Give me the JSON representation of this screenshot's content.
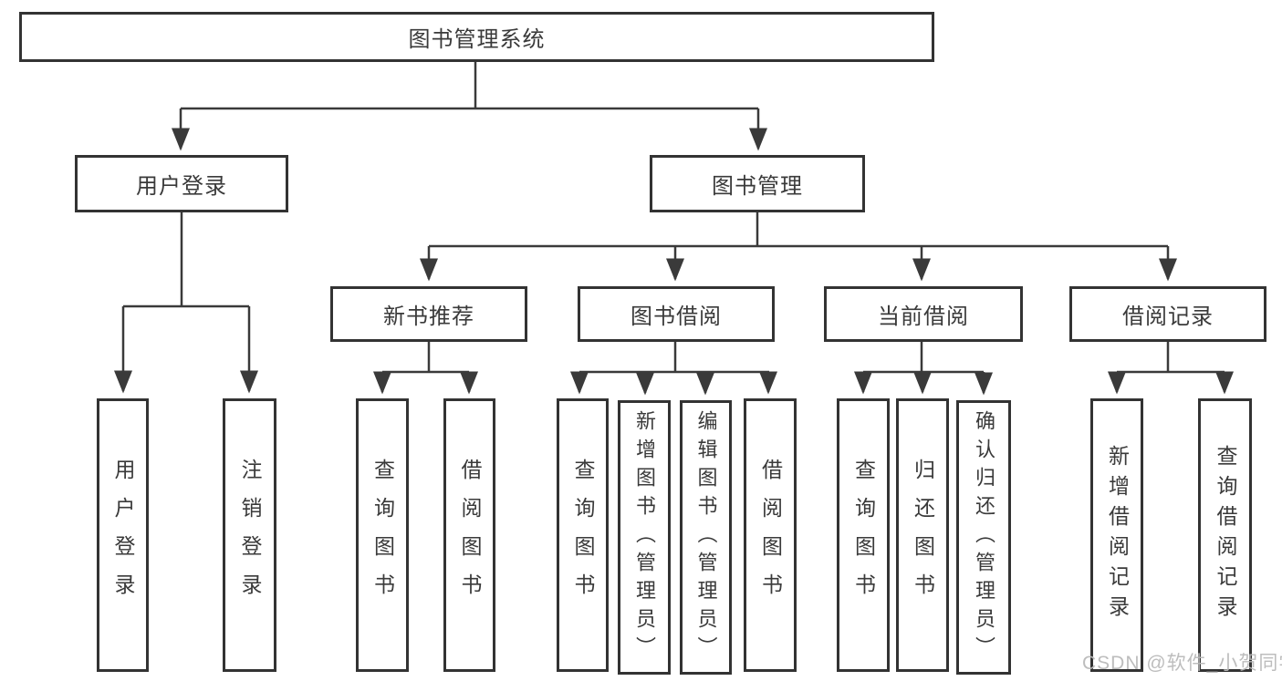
{
  "diagram": {
    "root": {
      "label": "图书管理系统"
    },
    "level2": [
      {
        "label": "用户登录"
      },
      {
        "label": "图书管理"
      }
    ],
    "level3": [
      {
        "label": "新书推荐"
      },
      {
        "label": "图书借阅"
      },
      {
        "label": "当前借阅"
      },
      {
        "label": "借阅记录"
      }
    ],
    "leaves": {
      "user_login": [
        "用户登录",
        "注销登录"
      ],
      "new_book_recommend": [
        "查询图书",
        "借阅图书"
      ],
      "book_borrowing": [
        "查询图书",
        "新增图书（管理员）",
        "编辑图书（管理员）",
        "借阅图书"
      ],
      "current_borrowing": [
        "查询图书",
        "归还图书",
        "确认归还（管理员）"
      ],
      "borrowing_records": [
        "新增借阅记录",
        "查询借阅记录"
      ]
    }
  },
  "watermark": {
    "text": "CSDN @软件_小贺同学"
  },
  "colors": {
    "background": "#ffffff",
    "box_border": "#333333",
    "connector_line": "#3a3a3a",
    "text": "#3a3a3a",
    "watermark_text": "#b9b9b9"
  }
}
